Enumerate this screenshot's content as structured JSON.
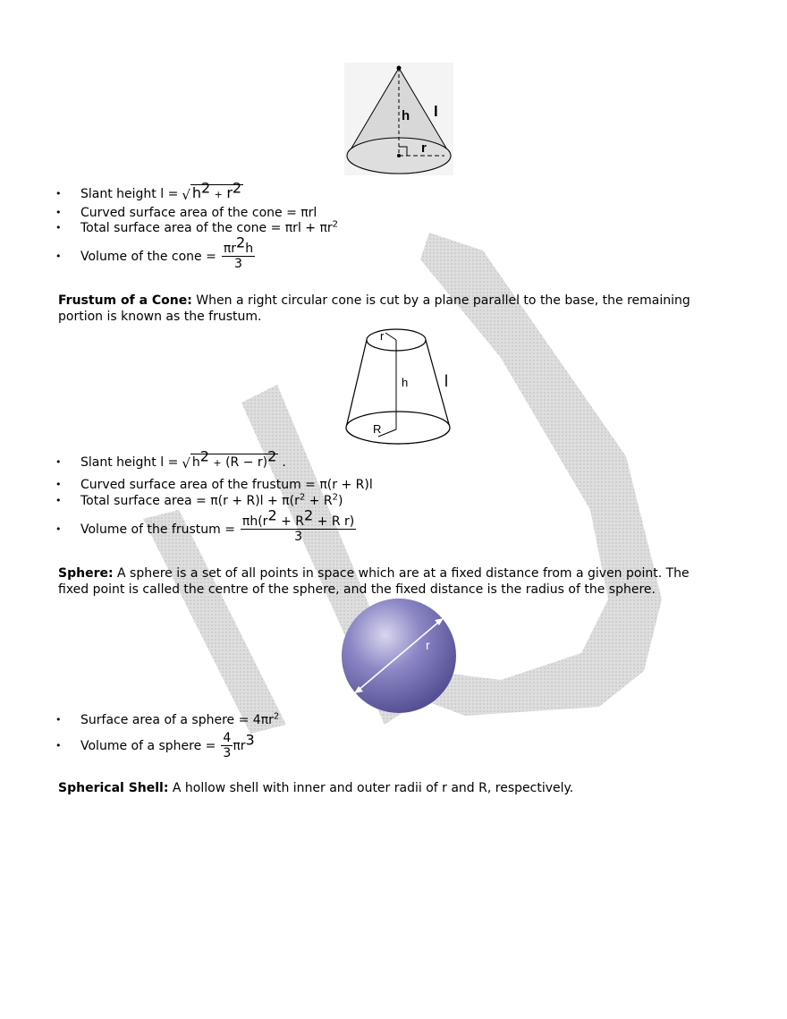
{
  "cone_figure": {
    "labels": {
      "h": "h",
      "l": "l",
      "r": "r"
    }
  },
  "cone_list": {
    "slant_label": "Slant height l =",
    "slant_formula": {
      "a": "h",
      "b": "r",
      "exp": "2",
      "op": "+"
    },
    "curved": "Curved surface area of the cone = πrl",
    "total": {
      "text": "Total surface area of the cone = πrl + πr",
      "exp": "2"
    },
    "volume_label": "Volume of the cone =",
    "volume_num": "πr",
    "volume_num_exp": "2",
    "volume_num_tail": "h",
    "volume_den": "3"
  },
  "frustum_para": {
    "heading": "Frustum of a Cone:",
    "text": " When a right circular cone is cut by a plane parallel to the base, the remaining portion is known as the frustum."
  },
  "frustum_figure": {
    "labels": {
      "r": "r",
      "h": "h",
      "l": "l",
      "R": "R"
    }
  },
  "frustum_list": {
    "slant_label": "Slant height l =",
    "slant_a": "h",
    "slant_exp": "2",
    "slant_plus": "+",
    "slant_b": "(R − r)",
    "slant_tail": ".",
    "curved": "Curved surface area of the frustum = π(r + R)l",
    "total_a": "Total surface area = π(r + R)l + π(r",
    "total_b": " + R",
    "total_c": ")",
    "volume_label": "Volume of the frustum =",
    "volume_num_a": "πh(r",
    "volume_num_b": " + R",
    "volume_num_c": " + R r)",
    "volume_den": "3"
  },
  "sphere_para": {
    "heading": "Sphere:",
    "text": " A sphere is a set of all points in space which are at a fixed distance from a given point. The fixed point is called the centre of the sphere, and the fixed distance is the radius of the sphere."
  },
  "sphere_figure": {
    "labels": {
      "r": "r"
    },
    "color": "#7a74b8"
  },
  "sphere_list": {
    "surface": "Surface area of a sphere = 4πr",
    "surface_exp": "2",
    "volume_label": "Volume of a sphere =",
    "volume_num": "4",
    "volume_den": "3",
    "volume_tail": "πr",
    "volume_exp": "3"
  },
  "shell_para": {
    "heading": "Spherical Shell:",
    "text": " A hollow shell with inner and outer radii of r and R, respectively."
  },
  "bullet": "•"
}
